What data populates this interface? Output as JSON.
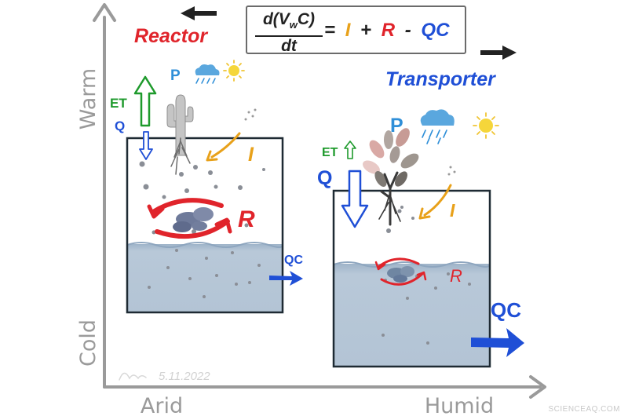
{
  "formula": {
    "numerator_pre": "d(V",
    "numerator_sub": "w",
    "numerator_post": "C)",
    "denominator": "dt",
    "equals": "=",
    "term_i": "I",
    "plus": "+",
    "term_r": "R",
    "minus": "-",
    "term_qc": "QC"
  },
  "labels": {
    "reactor": "Reactor",
    "transporter": "Transporter",
    "warm": "Warm",
    "cold": "Cold",
    "arid": "Arid",
    "humid": "Humid",
    "signature": "5.11.2022",
    "watermark": "SCIENCEAQ.COM"
  },
  "arid_box": {
    "et": "ET",
    "p": "P",
    "q": "Q",
    "i": "I",
    "r": "R",
    "qc": "QC"
  },
  "humid_box": {
    "et": "ET",
    "p": "P",
    "q": "Q",
    "i": "I",
    "r": "R",
    "qc": "QC"
  },
  "colors": {
    "axis": "#9a9a9a",
    "reactor_red": "#e0242b",
    "transport_blue": "#1f4fd6",
    "et_green": "#1e9a2c",
    "i_orange": "#e8a11a",
    "p_blue": "#2f8fd8",
    "water": "#b6c6d6",
    "sun": "#f5d63a"
  }
}
